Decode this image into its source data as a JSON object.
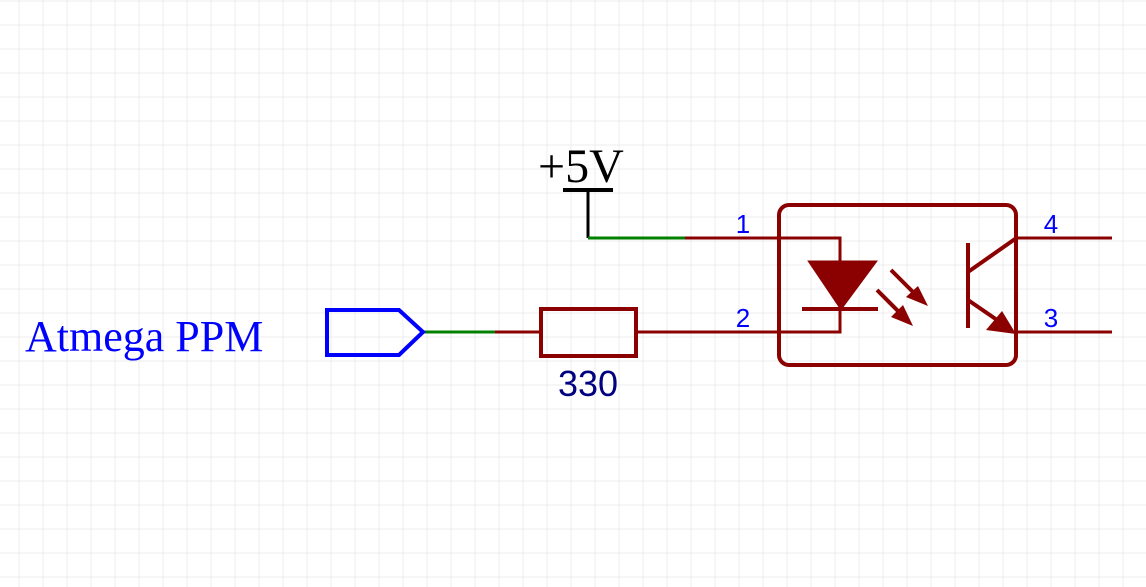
{
  "schematic": {
    "power_label": "+5V",
    "net_label": "Atmega PPM",
    "resistor_value": "330",
    "optocoupler_pins": {
      "p1": "1",
      "p2": "2",
      "p3": "3",
      "p4": "4"
    }
  },
  "colors": {
    "component": "#8b0000",
    "wire": "#008000",
    "net_port": "#0000ff",
    "pin_number": "#0000ff",
    "value_text": "#000080",
    "power": "#000000",
    "grid": "#ececec"
  }
}
